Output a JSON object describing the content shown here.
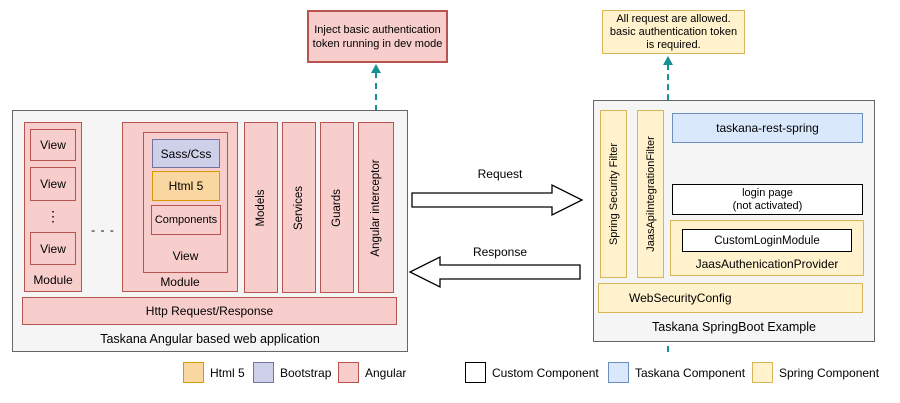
{
  "colors": {
    "angular_fill": "#f8cecc",
    "angular_border": "#b85450",
    "html5_fill": "#fad7a1",
    "html5_border": "#d79b00",
    "bootstrap_fill": "#cdd0e8",
    "bootstrap_border": "#73739e",
    "spring_fill": "#fff2cc",
    "spring_border": "#d6b656",
    "taskana_fill": "#dae8fc",
    "taskana_border": "#6c8ebf",
    "custom_fill": "#ffffff",
    "custom_border": "#000000",
    "container_fill": "#f5f5f5",
    "container_border": "#666666",
    "connector_teal": "#168f96"
  },
  "notes": {
    "angular_note": "Inject basic authentication token running in dev mode",
    "spring_note": "All request are allowed. basic authentication token is required."
  },
  "left_app": {
    "title": "Taskana Angular based web application",
    "module1": {
      "label": "Module",
      "view1": "View",
      "view2": "View",
      "view3": "View",
      "vdots": "⋮"
    },
    "hdots": "- - -",
    "module2": {
      "label": "Module",
      "view_label": "View",
      "sass": "Sass/Css",
      "html5": "Html 5",
      "components": "Components"
    },
    "columns": {
      "models": "Models",
      "services": "Services",
      "guards": "Guards",
      "interceptor": "Angular interceptor"
    },
    "http_bar": "Http Request/Response"
  },
  "arrows": {
    "request": "Request",
    "response": "Response"
  },
  "right_app": {
    "title": "Taskana SpringBoot Example",
    "filter1": "Spring Security Filter",
    "filter2": "JaasApiIntegrationFilter",
    "rest": "taskana-rest-spring",
    "login_line1": "login page",
    "login_line2": "(not activated)",
    "custom_login": "CustomLoginModule",
    "provider": "JaasAuthenicationProvider",
    "web_security": "WebSecurityConfig"
  },
  "legend": {
    "html5": "Html 5",
    "bootstrap": "Bootstrap",
    "angular": "Angular",
    "custom": "Custom Component",
    "taskana": "Taskana Component",
    "spring": "Spring Component"
  }
}
